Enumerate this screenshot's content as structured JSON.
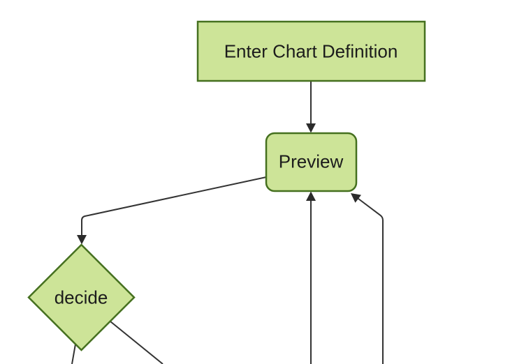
{
  "diagram_type": "flowchart",
  "colors": {
    "background": "#ffffff",
    "node_fill": "#cde498",
    "node_border": "#45701f",
    "edge_line": "#333333",
    "arrowhead": "#2b2b2b",
    "text": "#1c1c1c"
  },
  "nodes": [
    {
      "id": "enter-chart-definition",
      "label": "Enter Chart Definition",
      "shape": "rectangle"
    },
    {
      "id": "preview",
      "label": "Preview",
      "shape": "rounded-rectangle"
    },
    {
      "id": "decide",
      "label": "decide",
      "shape": "diamond"
    }
  ],
  "edges": [
    {
      "from": "enter-chart-definition",
      "to": "preview",
      "arrow": true
    },
    {
      "from": "preview",
      "to": "decide",
      "arrow": true
    },
    {
      "from": "offscreen-bottom-center",
      "to": "preview",
      "arrow": true
    },
    {
      "from": "offscreen-bottom-right",
      "to": "preview",
      "arrow": true
    },
    {
      "from": "decide",
      "to": "offscreen-bottom-left",
      "arrow": false
    },
    {
      "from": "decide",
      "to": "offscreen-bottom-right",
      "arrow": false
    }
  ]
}
